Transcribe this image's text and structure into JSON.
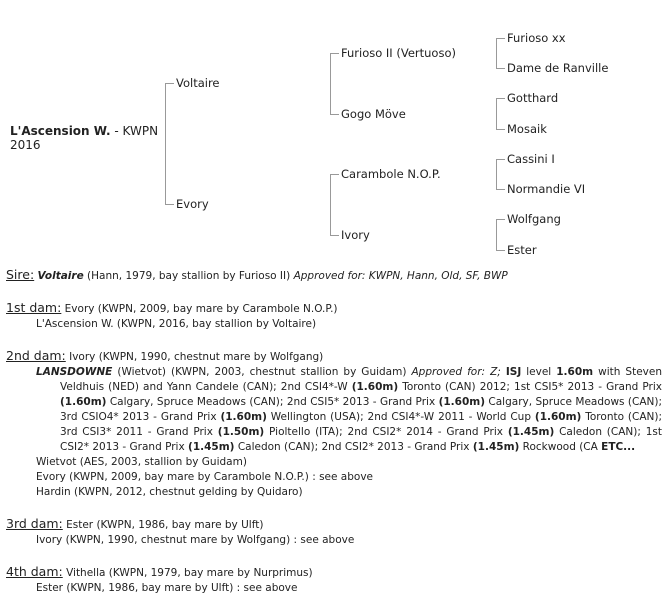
{
  "pedigree": {
    "root_name": "L'Ascension W.",
    "root_suffix": " - KWPN",
    "root_year": "2016",
    "gen1": [
      "Voltaire",
      "Evory"
    ],
    "gen2": [
      "Furioso II (Vertuoso)",
      "Gogo Möve",
      "Carambole N.O.P.",
      "Ivory"
    ],
    "gen3": [
      "Furioso xx",
      "Dame de Ranville",
      "Gotthard",
      "Mosaik",
      "Cassini I",
      "Normandie VI",
      "Wolfgang",
      "Ester"
    ]
  },
  "sire": {
    "label": "Sire:",
    "name": "Voltaire",
    "info": " (Hann, 1979, bay stallion by Furioso II) ",
    "approved": "Approved for: KWPN, Hann, Old, SF, BWP"
  },
  "dam1": {
    "label": "1st dam:",
    "info": " Evory (KWPN, 2009, bay mare by Carambole N.O.P.)",
    "offspring": [
      "L'Ascension W. (KWPN, 2016, bay stallion by Voltaire)"
    ]
  },
  "dam2": {
    "label": "2nd dam:",
    "info": " Ivory (KWPN, 1990, chestnut mare by Wolfgang)",
    "lansdowne": {
      "name": "LANSDOWNE",
      "p1": " (Wietvot) (KWPN, 2003, chestnut stallion by Guidam) ",
      "approved": "Approved for: Z; ",
      "isj": "ISJ",
      "p2": " level ",
      "lvl": "1.60m",
      "p3": " with Steven Veldhuis (NED) and Yann Candele (CAN); 2nd CSI4*-W ",
      "b1": "(1.60m)",
      "p4": " Toronto (CAN) 2012; 1st CSI5* 2013 - Grand Prix ",
      "b2": "(1.60m)",
      "p5": " Calgary, Spruce Meadows (CAN); 2nd CSI5* 2013 - Grand Prix ",
      "b3": "(1.60m)",
      "p6": " Calgary, Spruce Meadows (CAN); 3rd CSIO4* 2013 - Grand Prix ",
      "b4": "(1.60m)",
      "p7": " Wellington (USA); 2nd CSI4*-W 2011 - World Cup ",
      "b5": "(1.60m)",
      "p8": " Toronto (CAN); 3rd CSI3* 2011 - Grand Prix ",
      "b6": "(1.50m)",
      "p9": " Pioltello (ITA); 2nd CSI2* 2014 - Grand Prix ",
      "b7": "(1.45m)",
      "p10": " Caledon (CAN); 1st CSI2* 2013 - Grand Prix ",
      "b8": "(1.45m)",
      "p11": " Caledon (CAN); 2nd CSI2* 2013 - Grand Prix ",
      "b9": "(1.45m)",
      "p12": " Rockwood (CA ",
      "etc": "ETC..."
    },
    "offspring": [
      "Wietvot (AES, 2003, stallion by Guidam)",
      "Evory (KWPN, 2009, bay mare by Carambole N.O.P.) : see above",
      "Hardin (KWPN, 2012, chestnut gelding by Quidaro)"
    ]
  },
  "dam3": {
    "label": "3rd dam:",
    "info": " Ester (KWPN, 1986, bay mare by Ulft)",
    "offspring": [
      "Ivory (KWPN, 1990, chestnut mare by Wolfgang) : see above"
    ]
  },
  "dam4": {
    "label": "4th dam:",
    "info": " Vithella (KWPN, 1979, bay mare by Nurprimus)",
    "offspring": [
      "Ester (KWPN, 1986, bay mare by Ulft) : see above"
    ]
  }
}
